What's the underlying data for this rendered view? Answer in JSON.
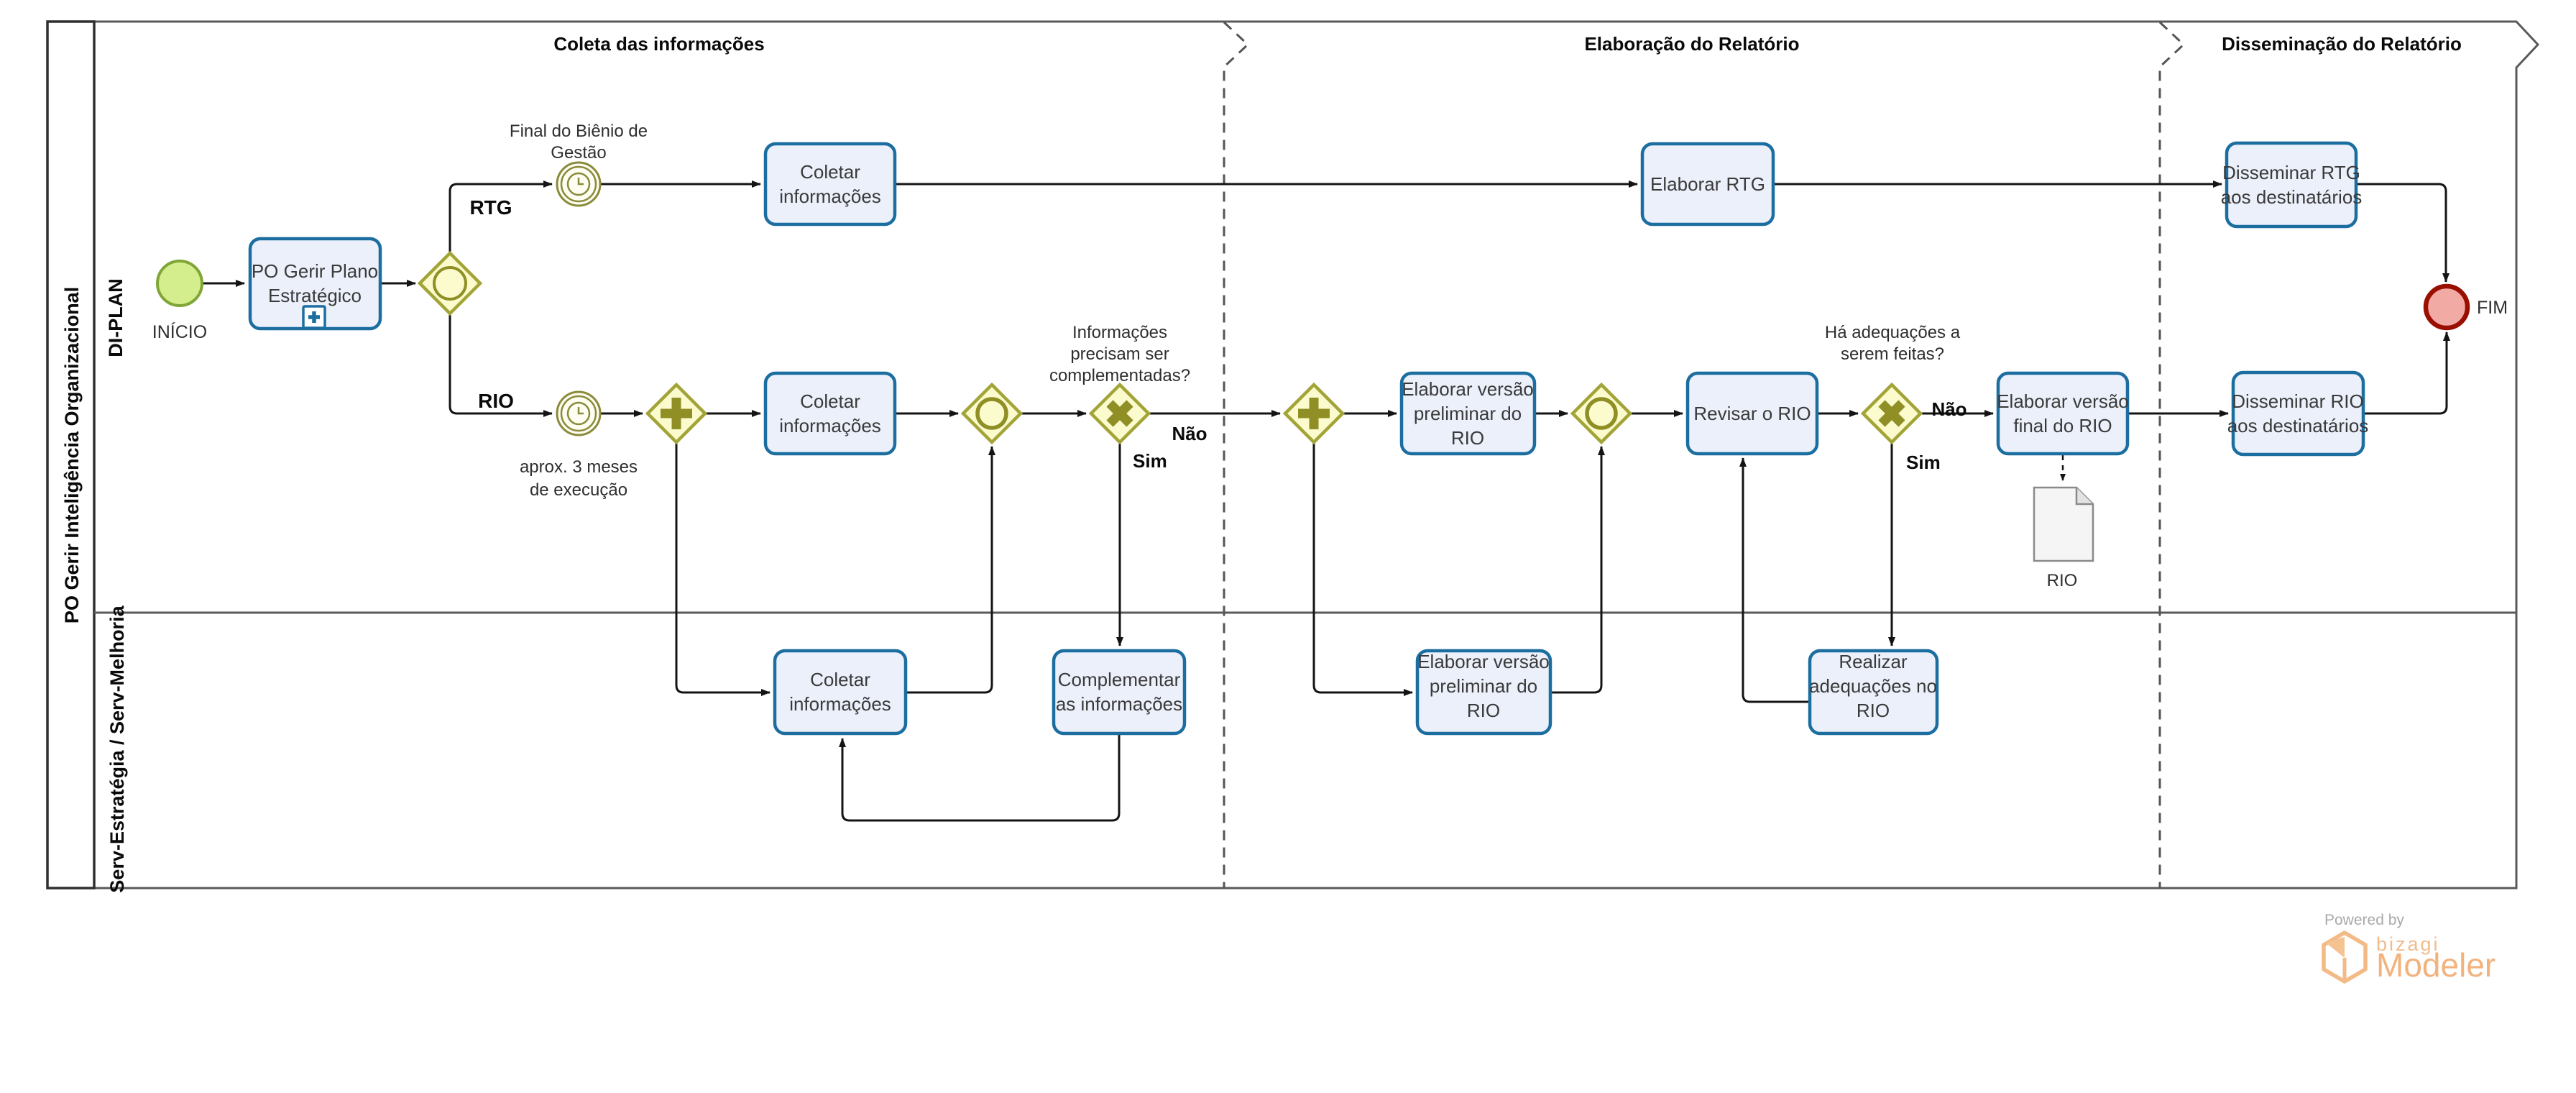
{
  "process": {
    "pool": "PO Gerir Inteligência Organizacional",
    "lanes": [
      "DI-PLAN",
      "Serv-Estratégia / Serv-Melhoria"
    ],
    "phases": [
      "Coleta das informações",
      "Elaboração do Relatório",
      "Disseminação do Relatório"
    ]
  },
  "events": {
    "start": "INÍCIO",
    "end": "FIM",
    "timer_rtg": {
      "l1": "Final do Biênio de",
      "l2": "Gestão"
    },
    "timer_rio": {
      "l1": "aprox. 3 meses",
      "l2": "de execução"
    }
  },
  "tasks": {
    "po_gerir": {
      "l1": "PO Gerir Plano",
      "l2": "Estratégico"
    },
    "coletar_rtg": {
      "l1": "Coletar",
      "l2": "informações"
    },
    "coletar_rio": {
      "l1": "Coletar",
      "l2": "informações"
    },
    "coletar_serv": {
      "l1": "Coletar",
      "l2": "informações"
    },
    "complementar": {
      "l1": "Complementar",
      "l2": "as informações"
    },
    "elaborar_rtg": {
      "l1": "Elaborar RTG"
    },
    "prelim_diplan": {
      "l1": "Elaborar versão",
      "l2": "preliminar do",
      "l3": "RIO"
    },
    "prelim_serv": {
      "l1": "Elaborar versão",
      "l2": "preliminar do",
      "l3": "RIO"
    },
    "revisar": {
      "l1": "Revisar o RIO"
    },
    "realizar": {
      "l1": "Realizar",
      "l2": "adequações no",
      "l3": "RIO"
    },
    "final_rio": {
      "l1": "Elaborar versão",
      "l2": "final do RIO"
    },
    "diss_rtg": {
      "l1": "Disseminar RTG",
      "l2": "aos destinatários"
    },
    "diss_rio": {
      "l1": "Disseminar RIO",
      "l2": "aos destinatários"
    }
  },
  "gateways": {
    "branch_rtg": "RTG",
    "branch_rio": "RIO",
    "q1": {
      "l1": "Informações",
      "l2": "precisam ser",
      "l3": "complementadas?"
    },
    "q1_no": "Não",
    "q1_yes": "Sim",
    "q2": {
      "l1": "Há adequações a",
      "l2": "serem feitas?"
    },
    "q2_no": "Não",
    "q2_yes": "Sim"
  },
  "artifacts": {
    "doc_rio": "RIO"
  },
  "branding": {
    "powered_by": "Powered by",
    "brand": "bizagi",
    "product": "Modeler"
  },
  "colors": {
    "task_fill": "#EBF0FB",
    "task_border": "#1C6EA0",
    "gateway_fill": "#FBFBCE",
    "gateway_border": "#A3A437",
    "gateway_glyph": "#8F8F25",
    "start_fill": "#D5EE8D",
    "start_border": "#7FA637",
    "end_fill": "#F2ABA4",
    "end_border": "#990F00",
    "timer_stroke": "#8A8A3A",
    "flow_line": "#141414",
    "frame_gray": "#5A5A5A",
    "brand_orange": "#F2B27E",
    "brand_gray": "#A9A9A9"
  }
}
